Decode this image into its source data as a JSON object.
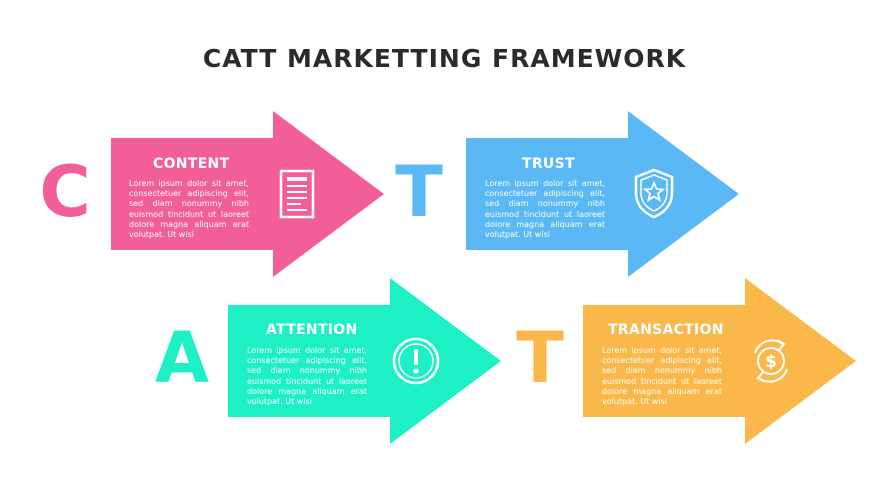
{
  "title": "CATT MARKETTING FRAMEWORK",
  "colors": {
    "pink": "#f25e98",
    "blue": "#5ab8f5",
    "green": "#1ef0c6",
    "orange": "#fbb84a"
  },
  "items": [
    {
      "letter": "C",
      "heading": "CONTENT",
      "body": "Lorem ipsum dolor sit amet, consectetuer adipiscing elit, sed diam nonummy nibh euismod tincidunt ut laoreet dolore magna aliquam erat volutpat. Ut wisi",
      "icon": "document-icon"
    },
    {
      "letter": "T",
      "heading": "TRUST",
      "body": "Lorem ipsum dolor sit amet, consectetuer adipiscing elit, sed diam nonummy nibh euismod tincidunt ut laoreet dolore magna aliquam erat volutpat. Ut wisi",
      "icon": "shield-star-icon"
    },
    {
      "letter": "A",
      "heading": "ATTENTION",
      "body": "Lorem ipsum dolor sit amet, consectetuer adipiscing elit, sed diam nonummy nibh euismod tincidunt ut laoreet dolore magna aliquam erat volutpat. Ut wisi",
      "icon": "alert-circle-icon"
    },
    {
      "letter": "T",
      "heading": "TRANSACTION",
      "body": "Lorem ipsum dolor sit amet, consectetuer adipiscing elit, sed diam nonummy nibh euismod tincidunt ut laoreet dolore magna aliquam erat volutpat. Ut wisi",
      "icon": "dollar-exchange-icon"
    }
  ]
}
